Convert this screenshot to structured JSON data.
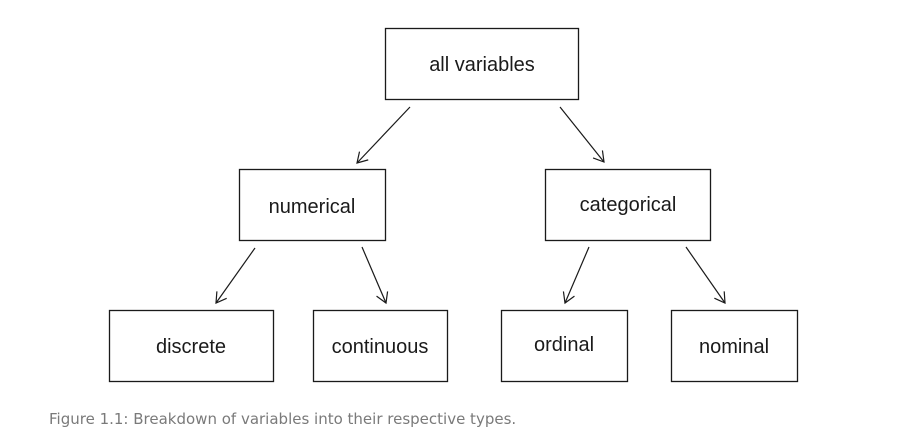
{
  "diagram": {
    "nodes": {
      "all_variables": "all variables",
      "numerical": "numerical",
      "categorical": "categorical",
      "discrete": "discrete",
      "continuous": "continuous",
      "ordinal": "ordinal",
      "nominal": "nominal"
    },
    "edges": [
      {
        "from": "all_variables",
        "to": "numerical"
      },
      {
        "from": "all_variables",
        "to": "categorical"
      },
      {
        "from": "numerical",
        "to": "discrete"
      },
      {
        "from": "numerical",
        "to": "continuous"
      },
      {
        "from": "categorical",
        "to": "ordinal"
      },
      {
        "from": "categorical",
        "to": "nominal"
      }
    ]
  },
  "caption": "Figure 1.1: Breakdown of variables into their respective types."
}
